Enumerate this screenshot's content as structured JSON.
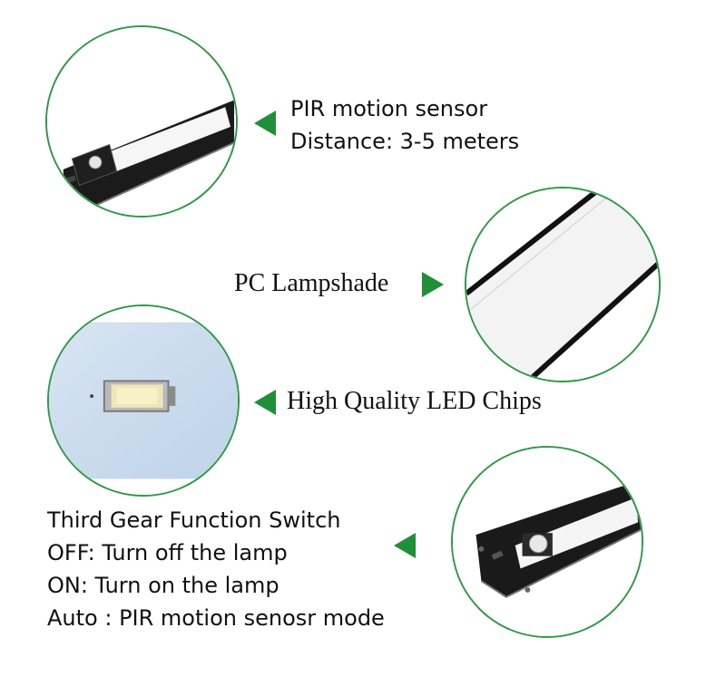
{
  "features": {
    "pir": {
      "line1": "PIR motion sensor",
      "line2": "Distance: 3-5 meters"
    },
    "lampshade": {
      "label": "PC Lampshade"
    },
    "chips": {
      "label": "High Quality LED Chips"
    },
    "switch": {
      "line1": "Third Gear Function Switch",
      "line2": "OFF: Turn off the lamp",
      "line3": "ON: Turn on the lamp",
      "line4": "Auto : PIR motion senosr mode"
    }
  },
  "colors": {
    "accent": "#1f8f3a",
    "circle_border": "#2f9a45",
    "lamp_body": "#1a1a1a",
    "panel": "#f4f4f4"
  },
  "icons": [
    "pointer-left-icon",
    "pointer-right-icon"
  ]
}
